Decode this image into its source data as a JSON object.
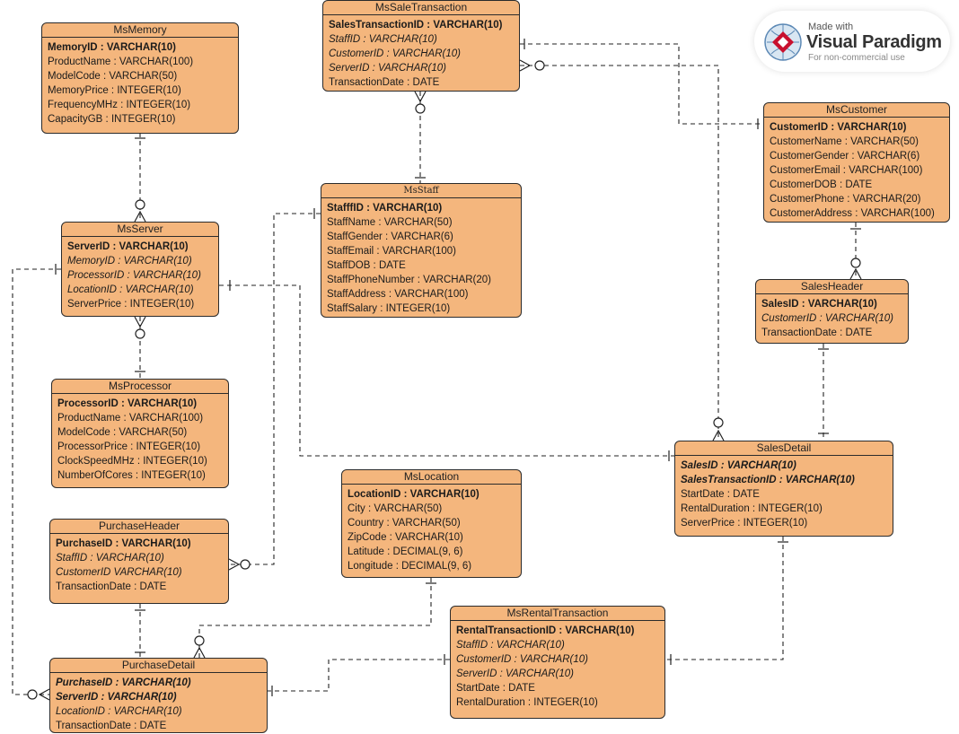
{
  "watermark": {
    "line1": "Made with",
    "line2": "Visual Paradigm",
    "line3": "For non-commercial use"
  },
  "colors": {
    "entity_fill": "#f4b67d",
    "border": "#2b2b2b",
    "line": "#222222"
  },
  "entities": {
    "MsMemory": {
      "title": "MsMemory",
      "attrs": [
        {
          "text": "MemoryID : VARCHAR(10)",
          "kind": "pk"
        },
        {
          "text": "ProductName : VARCHAR(100)",
          "kind": "n"
        },
        {
          "text": "ModelCode : VARCHAR(50)",
          "kind": "n"
        },
        {
          "text": "MemoryPrice : INTEGER(10)",
          "kind": "n"
        },
        {
          "text": "FrequencyMHz : INTEGER(10)",
          "kind": "n"
        },
        {
          "text": "CapacityGB : INTEGER(10)",
          "kind": "n"
        }
      ]
    },
    "MsSaleTransaction": {
      "title": "MsSaleTransaction",
      "attrs": [
        {
          "text": "SalesTransactionID : VARCHAR(10)",
          "kind": "pk"
        },
        {
          "text": "StaffID : VARCHAR(10)",
          "kind": "fk"
        },
        {
          "text": "CustomerID : VARCHAR(10)",
          "kind": "fk"
        },
        {
          "text": "ServerID : VARCHAR(10)",
          "kind": "fk"
        },
        {
          "text": "TransactionDate : DATE",
          "kind": "n"
        }
      ]
    },
    "MsCustomer": {
      "title": "MsCustomer",
      "attrs": [
        {
          "text": "CustomerID : VARCHAR(10)",
          "kind": "pk"
        },
        {
          "text": "CustomerName : VARCHAR(50)",
          "kind": "n"
        },
        {
          "text": "CustomerGender : VARCHAR(6)",
          "kind": "n"
        },
        {
          "text": "CustomerEmail : VARCHAR(100)",
          "kind": "n"
        },
        {
          "text": "CustomerDOB : DATE",
          "kind": "n"
        },
        {
          "text": "CustomerPhone : VARCHAR(20)",
          "kind": "n"
        },
        {
          "text": "CustomerAddress : VARCHAR(100)",
          "kind": "n"
        }
      ]
    },
    "MsStaff": {
      "title": "MsStaff",
      "attrs": [
        {
          "text": "StafffID : VARCHAR(10)",
          "kind": "pk"
        },
        {
          "text": "StaffName : VARCHAR(50)",
          "kind": "n"
        },
        {
          "text": "StaffGender : VARCHAR(6)",
          "kind": "n"
        },
        {
          "text": "StaffEmail : VARCHAR(100)",
          "kind": "n"
        },
        {
          "text": "StaffDOB : DATE",
          "kind": "n"
        },
        {
          "text": "StaffPhoneNumber : VARCHAR(20)",
          "kind": "n"
        },
        {
          "text": "StaffAddress : VARCHAR(100)",
          "kind": "n"
        },
        {
          "text": "StaffSalary : INTEGER(10)",
          "kind": "n"
        }
      ]
    },
    "MsServer": {
      "title": "MsServer",
      "attrs": [
        {
          "text": "ServerID : VARCHAR(10)",
          "kind": "pk"
        },
        {
          "text": "MemoryID : VARCHAR(10)",
          "kind": "fk"
        },
        {
          "text": "ProcessorID : VARCHAR(10)",
          "kind": "fk"
        },
        {
          "text": "LocationID : VARCHAR(10)",
          "kind": "fk"
        },
        {
          "text": "ServerPrice : INTEGER(10)",
          "kind": "n"
        }
      ]
    },
    "SalesHeader": {
      "title": "SalesHeader",
      "attrs": [
        {
          "text": "SalesID : VARCHAR(10)",
          "kind": "pk"
        },
        {
          "text": "CustomerID : VARCHAR(10)",
          "kind": "fk"
        },
        {
          "text": "TransactionDate : DATE",
          "kind": "n"
        }
      ]
    },
    "MsProcessor": {
      "title": "MsProcessor",
      "attrs": [
        {
          "text": "ProcessorID : VARCHAR(10)",
          "kind": "pk"
        },
        {
          "text": "ProductName : VARCHAR(100)",
          "kind": "n"
        },
        {
          "text": "ModelCode : VARCHAR(50)",
          "kind": "n"
        },
        {
          "text": "ProcessorPrice : INTEGER(10)",
          "kind": "n"
        },
        {
          "text": "ClockSpeedMHz : INTEGER(10)",
          "kind": "n"
        },
        {
          "text": "NumberOfCores : INTEGER(10)",
          "kind": "n"
        }
      ]
    },
    "SalesDetail": {
      "title": "SalesDetail",
      "attrs": [
        {
          "text": "SalesID : VARCHAR(10)",
          "kind": "pkfk"
        },
        {
          "text": "SalesTransactionID : VARCHAR(10)",
          "kind": "pkfk"
        },
        {
          "text": "StartDate : DATE",
          "kind": "n"
        },
        {
          "text": "RentalDuration : INTEGER(10)",
          "kind": "n"
        },
        {
          "text": "ServerPrice : INTEGER(10)",
          "kind": "n"
        }
      ]
    },
    "MsLocation": {
      "title": "MsLocation",
      "attrs": [
        {
          "text": "LocationID : VARCHAR(10)",
          "kind": "pk"
        },
        {
          "text": "City : VARCHAR(50)",
          "kind": "n"
        },
        {
          "text": "Country : VARCHAR(50)",
          "kind": "n"
        },
        {
          "text": "ZipCode : VARCHAR(10)",
          "kind": "n"
        },
        {
          "text": "Latitude : DECIMAL(9, 6)",
          "kind": "n"
        },
        {
          "text": "Longitude : DECIMAL(9, 6)",
          "kind": "n"
        }
      ]
    },
    "PurchaseHeader": {
      "title": "PurchaseHeader",
      "attrs": [
        {
          "text": "PurchaseID : VARCHAR(10)",
          "kind": "pk"
        },
        {
          "text": "StaffID : VARCHAR(10)",
          "kind": "fk"
        },
        {
          "text": "CustomerID VARCHAR(10)",
          "kind": "fk"
        },
        {
          "text": "TransactionDate : DATE",
          "kind": "n"
        }
      ]
    },
    "MsRentalTransaction": {
      "title": "MsRentalTransaction",
      "attrs": [
        {
          "text": "RentalTransactionID : VARCHAR(10)",
          "kind": "pk"
        },
        {
          "text": "StaffID : VARCHAR(10)",
          "kind": "fk"
        },
        {
          "text": "CustomerID : VARCHAR(10)",
          "kind": "fk"
        },
        {
          "text": "ServerID : VARCHAR(10)",
          "kind": "fk"
        },
        {
          "text": "StartDate : DATE",
          "kind": "n"
        },
        {
          "text": "RentalDuration : INTEGER(10)",
          "kind": "n"
        }
      ]
    },
    "PurchaseDetail": {
      "title": "PurchaseDetail",
      "attrs": [
        {
          "text": "PurchaseID : VARCHAR(10)",
          "kind": "pkfk"
        },
        {
          "text": "ServerID : VARCHAR(10)",
          "kind": "pkfk"
        },
        {
          "text": "LocationID : VARCHAR(10)",
          "kind": "fk"
        },
        {
          "text": "TransactionDate : DATE",
          "kind": "n"
        }
      ]
    }
  }
}
